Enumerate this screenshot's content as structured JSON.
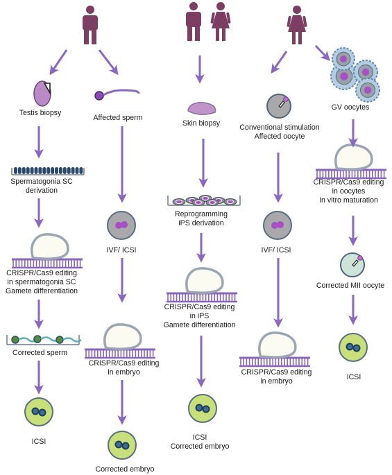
{
  "colors": {
    "arrow": "#8a68c2",
    "person": "#7c3e63",
    "cell_grey": "#a9a9ab",
    "cell_green": "#c7e07c",
    "nucleus": "#a64fc6",
    "dna": "#8b66b8",
    "cas9_fill": "#fbfbf2",
    "cas9_outline": "#9aa6b3"
  },
  "icons": [
    "male-person-icon",
    "female-person-icon",
    "testis-icon",
    "sperm-icon",
    "skin-icon",
    "oocyte-icon",
    "cell-icon",
    "embryo-icon",
    "crispr-complex-icon",
    "sc-culture-icon",
    "ips-culture-icon",
    "gv-oocytes-icon"
  ],
  "labels": {
    "testis_biopsy": "Testis biopsy",
    "affected_sperm": "Affected sperm",
    "skin_biopsy": "Skin biopsy",
    "conv_stim_1": "Conventional stimulation",
    "conv_stim_2": "Affected oocyte",
    "gv_oocytes": "GV oocytes",
    "sc_1": "Spermatogonia SC",
    "sc_2": "derivation",
    "ivf_icsi_a": "IVF/ ICSI",
    "reprog_1": "Reprogramming",
    "reprog_2": "iPS derivation",
    "gv_edit_1": "CRISPR/Cas9 editing",
    "gv_edit_2": "in oocytes",
    "gv_edit_3": "In vitro maturation",
    "ivf_icsi_b": "IVF/ ICSI",
    "sc_edit_1": "CRISPR/Cas9 editing",
    "sc_edit_2": "in spermatogonia SC",
    "sc_edit_3": "Gamete differentiation",
    "ips_edit_1": "CRISPR/Cas9 editing",
    "ips_edit_2": "in iPS",
    "ips_edit_3": "Gamete differentiation",
    "corrected_mii": "Corrected MII oocyte",
    "corrected_sperm": "Corrected sperm",
    "embryo_edit_a1": "CRISPR/Cas9 editing",
    "embryo_edit_a2": "in embryo",
    "embryo_edit_b1": "CRISPR/Cas9 editing",
    "embryo_edit_b2": "in embryo",
    "icsi_gv": "ICSI",
    "icsi_sc": "ICSI",
    "icsi_ips_1": "ICSI",
    "icsi_ips_2": "Corrected embryo",
    "corrected_embryo": "Corrected embryo"
  }
}
